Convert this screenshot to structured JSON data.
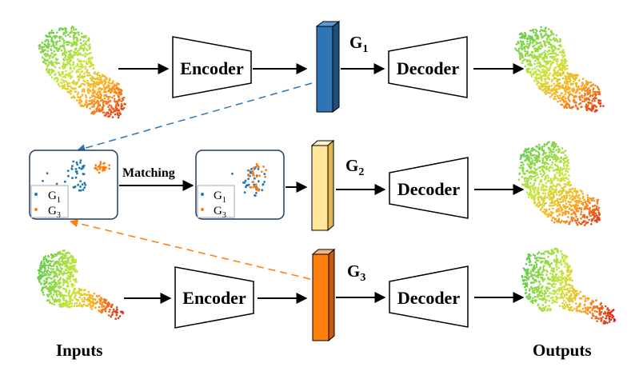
{
  "labels": {
    "encoder": "Encoder",
    "decoder": "Decoder",
    "matching": "Matching",
    "inputs": "Inputs",
    "outputs": "Outputs"
  },
  "features": [
    {
      "letter": "G",
      "sub": "1",
      "front": "#2e75b6",
      "side": "#1f4e79",
      "top": "#5b9bd5"
    },
    {
      "letter": "G",
      "sub": "2",
      "front": "#ffe699",
      "side": "#e0b354",
      "top": "#fff2cc"
    },
    {
      "letter": "G",
      "sub": "3",
      "front": "#ff7f0e",
      "side": "#c55a11",
      "top": "#f4b183"
    }
  ],
  "legend": [
    {
      "letter": "G",
      "sub": "1",
      "color": "#1f77b4"
    },
    {
      "letter": "G",
      "sub": "3",
      "color": "#ff7f0e"
    }
  ],
  "colors": {
    "blue_dash": "#2e75b6",
    "orange_dash": "#ff7f0e",
    "panel_border": "#1f3864"
  }
}
